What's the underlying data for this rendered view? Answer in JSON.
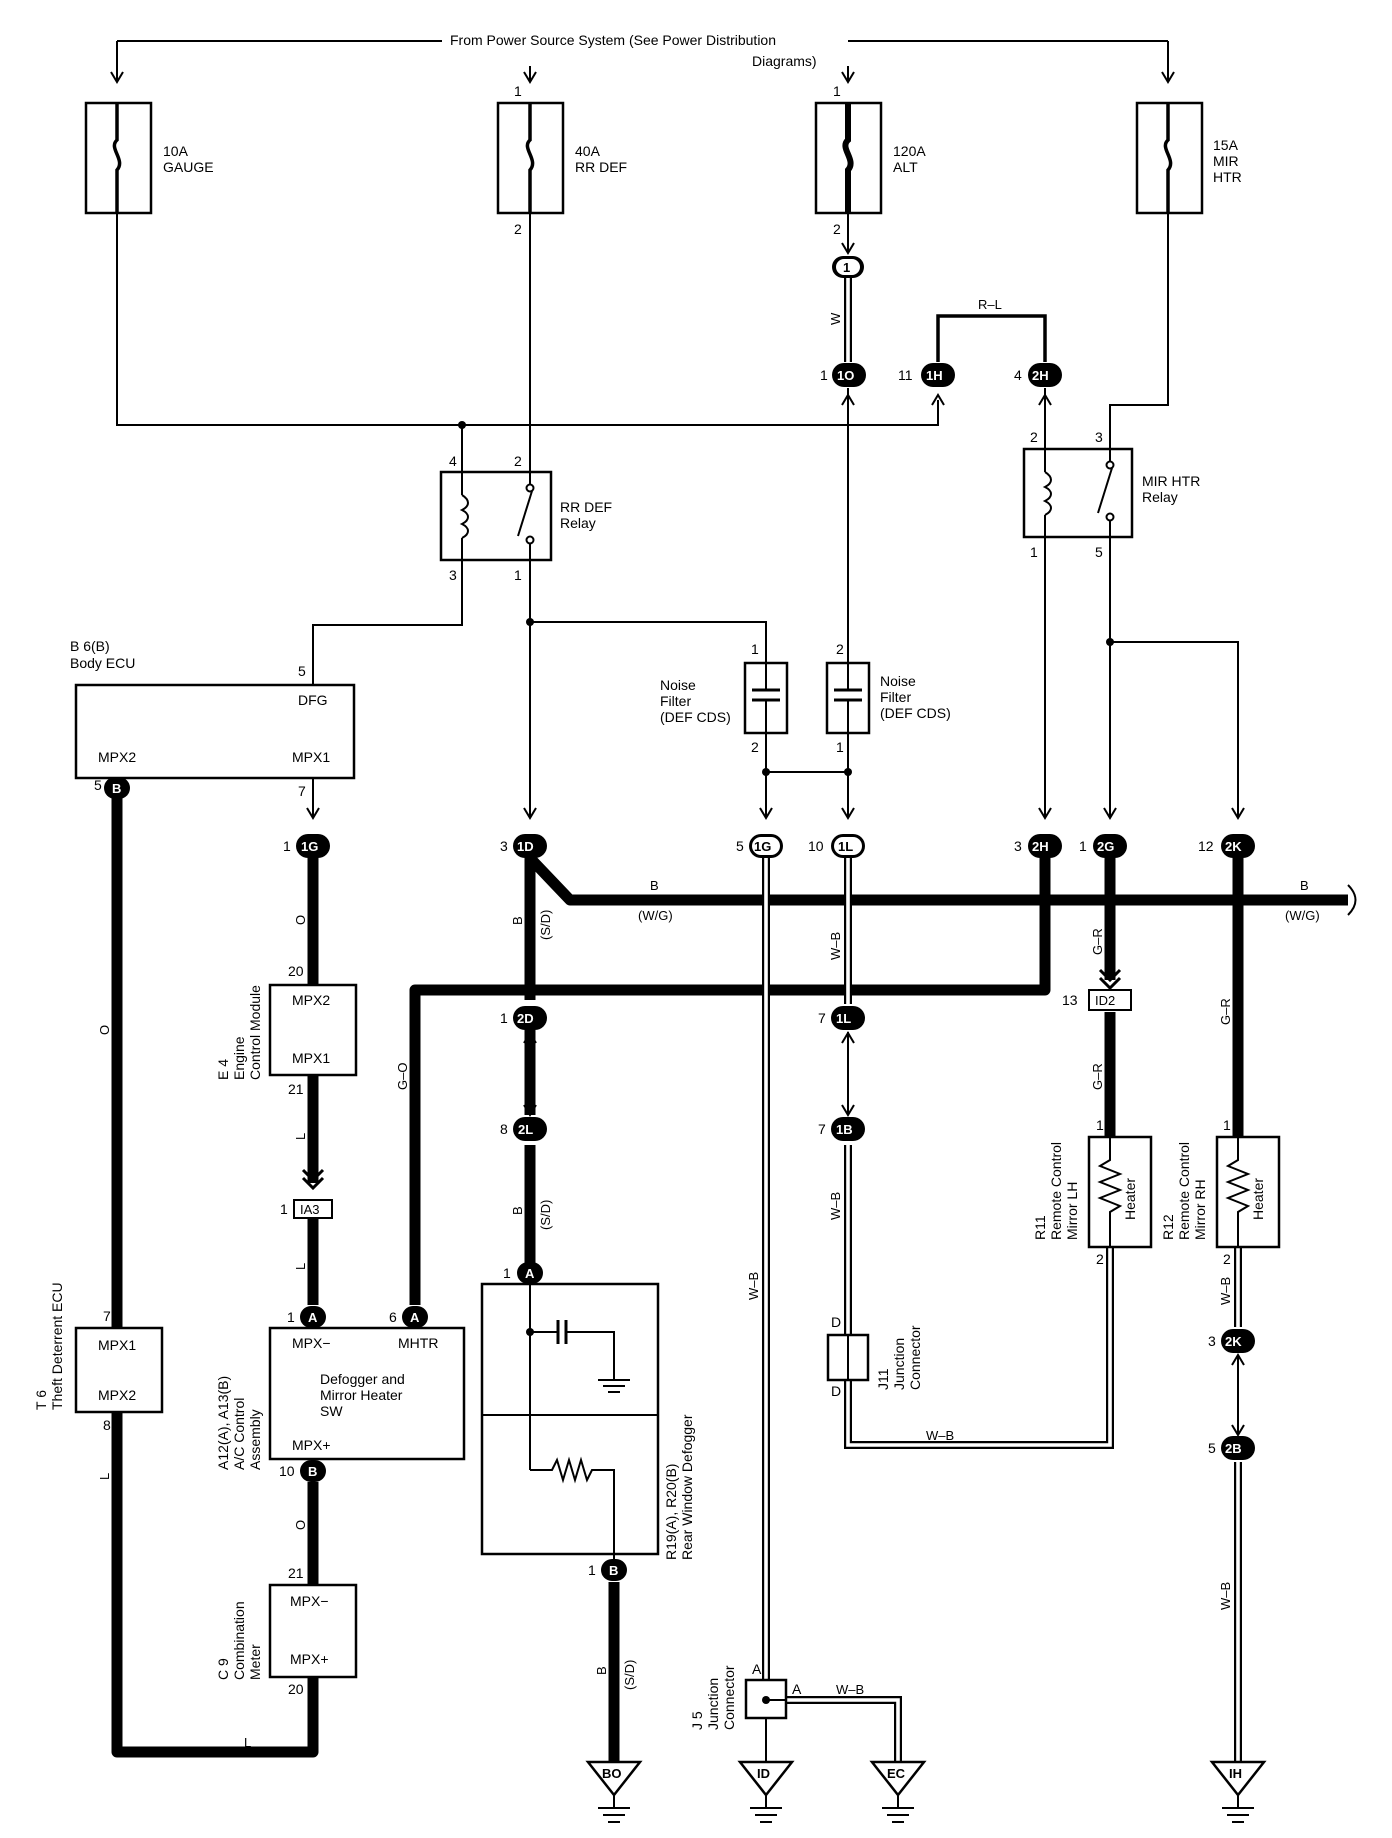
{
  "header": {
    "line1": "From Power Source System (See Power Distribution",
    "line2": "Diagrams)"
  },
  "fuses": [
    {
      "name": "10A",
      "label": "GAUGE"
    },
    {
      "name": "40A",
      "label": "RR DEF"
    },
    {
      "name": "120A",
      "label": "ALT"
    },
    {
      "name": "15A",
      "label": "MIR",
      "label2": "HTR"
    }
  ],
  "relays": {
    "rr_def": {
      "line1": "RR DEF",
      "line2": "Relay"
    },
    "mir_htr": {
      "line1": "MIR HTR",
      "line2": "Relay"
    }
  },
  "components": {
    "body_ecu": {
      "id": "B 6(B)",
      "name": "Body ECU",
      "pins": [
        "DFG",
        "MPX2",
        "MPX1"
      ]
    },
    "ecm": {
      "id": "E 4",
      "line1": "Engine",
      "line2": "Control Module",
      "pins": [
        "MPX2",
        "MPX1"
      ]
    },
    "ac_sw": {
      "id": "A12(A), A13(B)",
      "line1": "A/C Control",
      "line2": "Assembly",
      "title1": "Defogger and",
      "title2": "Mirror Heater",
      "title3": "SW",
      "pins": [
        "MPX−",
        "MHTR",
        "MPX+"
      ]
    },
    "combo": {
      "id": "C 9",
      "line1": "Combination",
      "line2": "Meter",
      "pins": [
        "MPX−",
        "MPX+"
      ]
    },
    "theft": {
      "id": "T 6",
      "name": "Theft Deterrent ECU",
      "pins": [
        "MPX1",
        "MPX2"
      ]
    },
    "defogger": {
      "id": "R19(A), R20(B)",
      "name": "Rear Window Defogger"
    },
    "noise1": {
      "line1": "Noise",
      "line2": "Filter",
      "line3": "(DEF CDS)"
    },
    "noise2": {
      "line1": "Noise",
      "line2": "Filter",
      "line3": "(DEF CDS)"
    },
    "mirror_lh": {
      "id": "R11",
      "line1": "Remote Control",
      "line2": "Mirror LH",
      "inner": "Heater"
    },
    "mirror_rh": {
      "id": "R12",
      "line1": "Remote Control",
      "line2": "Mirror RH",
      "inner": "Heater"
    },
    "j11": {
      "id": "J11",
      "line1": "Junction",
      "line2": "Connector"
    },
    "j5": {
      "id": "J 5",
      "line1": "Junction",
      "line2": "Connector"
    }
  },
  "connectors": [
    "1",
    "1O",
    "1H",
    "2H",
    "1G",
    "1D",
    "1G",
    "1L",
    "2H",
    "2G",
    "2K",
    "2D",
    "1L",
    "2L",
    "1B",
    "2K",
    "2B",
    "B",
    "A",
    "A",
    "B",
    "A",
    "B",
    "IA3",
    "ID2"
  ],
  "grounds": [
    "BO",
    "ID",
    "EC",
    "IH"
  ],
  "wire_colors": [
    "W",
    "R–L",
    "B",
    "(W/G)",
    "B",
    "(W/G)",
    "O",
    "B",
    "(S/D)",
    "W–B",
    "G–R",
    "G–R",
    "G–O",
    "L",
    "L",
    "O",
    "B",
    "(S/D)",
    "W–B",
    "W–B",
    "W–B",
    "O",
    "L",
    "L",
    "G–R",
    "W–B",
    "W–B",
    "B",
    "(S/D)",
    "W–B"
  ],
  "pin_numbers": [
    "1",
    "2",
    "1",
    "2",
    "1",
    "11",
    "4",
    "4",
    "2",
    "2",
    "3",
    "3",
    "1",
    "1",
    "5",
    "5",
    "7",
    "1",
    "10",
    "3",
    "1",
    "12",
    "1",
    "2",
    "2",
    "1",
    "20",
    "21",
    "13",
    "1",
    "1",
    "1",
    "7",
    "7",
    "1",
    "8",
    "1",
    "2",
    "2",
    "7",
    "6",
    "1",
    "10",
    "21",
    "20",
    "8",
    "3",
    "5",
    "1",
    "D",
    "D",
    "A",
    "A"
  ]
}
